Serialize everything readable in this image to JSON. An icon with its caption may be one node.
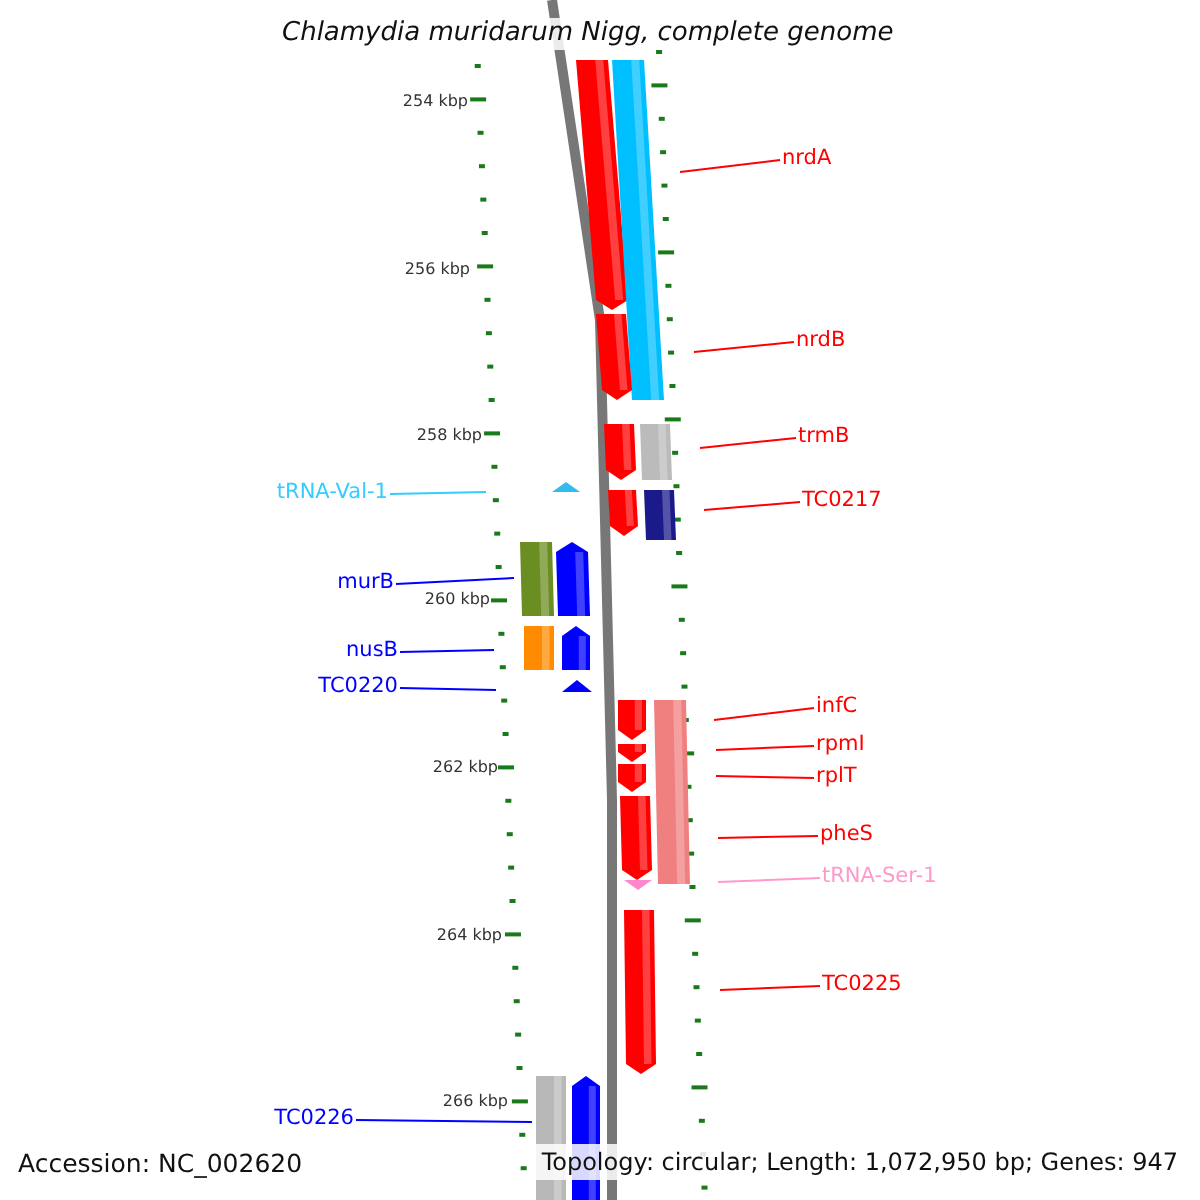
{
  "diagram": {
    "title": "Chlamydia muridarum Nigg, complete genome",
    "nodes": [
      {
        "text": [
          "nrdA"
        ]
      },
      {
        "text": [
          "nrdB"
        ]
      },
      {
        "text": [
          "trmB"
        ]
      },
      {
        "text": [
          "TC0217"
        ]
      },
      {
        "text": [
          "tRNA-Val-1"
        ]
      },
      {
        "text": [
          "murB"
        ]
      },
      {
        "text": [
          "nusB"
        ]
      },
      {
        "text": [
          "TC0220"
        ]
      },
      {
        "text": [
          "infC"
        ]
      },
      {
        "text": [
          "rpmI"
        ]
      },
      {
        "text": [
          "rplT"
        ]
      },
      {
        "text": [
          "pheS"
        ]
      },
      {
        "text": [
          "tRNA-Ser-1"
        ]
      },
      {
        "text": [
          "TC0225"
        ]
      },
      {
        "text": [
          "TC0226"
        ]
      }
    ],
    "edges": [
      {
        "from": 0,
        "to": null,
        "arrow": "none"
      },
      {
        "from": 1,
        "to": null,
        "arrow": "none"
      },
      {
        "from": 2,
        "to": null,
        "arrow": "none"
      },
      {
        "from": 3,
        "to": null,
        "arrow": "none"
      },
      {
        "from": 4,
        "to": null,
        "arrow": "none",
        "color": "#33ccff"
      },
      {
        "from": 5,
        "to": null,
        "arrow": "none",
        "color": "#0000ff"
      },
      {
        "from": 6,
        "to": null,
        "arrow": "none",
        "color": "#0000ff"
      },
      {
        "from": 7,
        "to": null,
        "arrow": "none",
        "color": "#0000ff"
      },
      {
        "from": 8,
        "to": null,
        "arrow": "none"
      },
      {
        "from": 9,
        "to": null,
        "arrow": "none"
      },
      {
        "from": 10,
        "to": null,
        "arrow": "none"
      },
      {
        "from": 11,
        "to": null,
        "arrow": "none"
      },
      {
        "from": 12,
        "to": null,
        "arrow": "none",
        "color": "#ff99cc"
      },
      {
        "from": 13,
        "to": null,
        "arrow": "none"
      },
      {
        "from": 14,
        "to": null,
        "arrow": "none",
        "color": "#0000ff"
      }
    ],
    "labels": [
      "254 kbp",
      "256 kbp",
      "258 kbp",
      "260 kbp",
      "262 kbp",
      "264 kbp",
      "266 kbp",
      "Accession: NC_002620",
      "Topology: circular; Length: 1,072,950 bp; Genes: 947"
    ]
  }
}
